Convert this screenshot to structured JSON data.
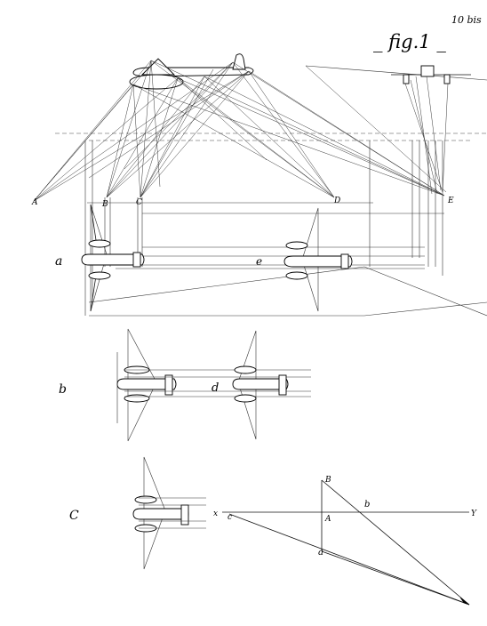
{
  "header": {
    "page_number": "10 bis",
    "figure_title": "_ fig.1 _"
  },
  "points": {
    "A": "A",
    "B": "B",
    "C": "C",
    "D": "D",
    "E": "E"
  },
  "views": {
    "a": "a",
    "e": "e",
    "b": "b",
    "d": "d",
    "c": "C"
  },
  "construction": {
    "x_label": "x",
    "c_label": "c",
    "y_label": "Y",
    "B_label": "B",
    "A_label": "A",
    "b_label": "b",
    "a_label": "a"
  }
}
